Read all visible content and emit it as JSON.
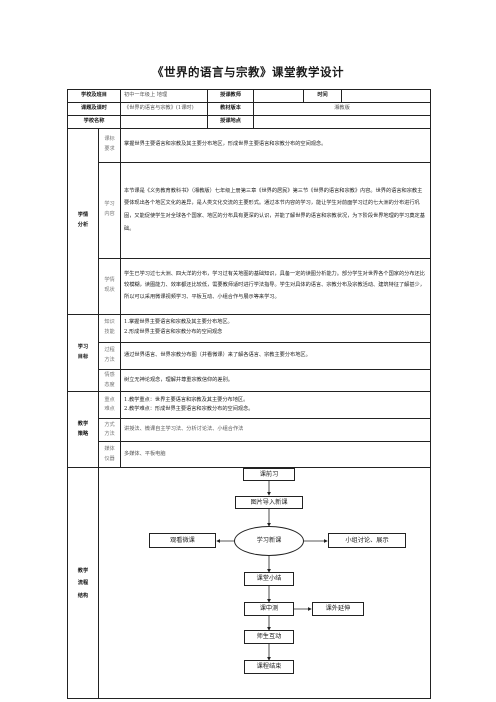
{
  "title": "《世界的语言与宗教》课堂教学设计",
  "header": {
    "school_label": "学校及班目",
    "school_value": "初中一年级上 地理",
    "teacher_label": "授课教师",
    "time_label": "时间",
    "topic_label": "课题及课时",
    "topic_value": "《世界的语言与宗教》(1课时)",
    "textbook_label": "教材版本",
    "textbook_value": "湘教版",
    "subject_label": "学校名称",
    "location_label": "授课地点"
  },
  "analysis": {
    "label": "学情\n分析",
    "rows": [
      {
        "sub": "课标\n要求",
        "text": "掌握世界主要语言和宗教及其主要分布地区，形成世界主要语言和宗教分布的空间观念。"
      },
      {
        "sub": "学习\n内容",
        "text": "本节课是《义务教育教科书》（湘教版）七年级上册第三章《世界的居民》第三节《世界的语言和宗教》内容。世界的语言和宗教主要体现出各个地区文化的差异，是人类文化交流的主要形式。通过本节内容的学习，能让学生对前面学习过的七大洲的分布进行巩固，又能促使学生对全球各个国家、地区的分布具有更深的认识，并能了解世界的语言和宗教状况，为下阶段世界地理的学习奠定基础。"
      },
      {
        "sub": "学情\n现状",
        "text": "学生已学习过七大洲、四大洋的分布，学习过有关地图的基础知识，具备一定的读图分析能力。部分学生对世界各个国家的分布还比较模糊，读图能力、效率都还比较低，需要教师适时进行学法指导。学生对具体的语言、宗教分布及宗教活动、建筑特征了解甚少，所以可以采用微课视频学习、平板互动、小组合作与展示等来学习。"
      }
    ]
  },
  "objectives": {
    "label": "学习\n目标",
    "rows": [
      {
        "sub": "知识\n技能",
        "lines": [
          "1.掌握世界主要语言和宗教及其主要分布地区。",
          "2.形成世界主要语言和宗教分布的空间观念"
        ]
      },
      {
        "sub": "过程\n方法",
        "lines": [
          "通过世界语言、世界宗教分布图（并看微课）来了解各语言、宗教主要分布地区。"
        ]
      },
      {
        "sub": "情感\n态度",
        "lines": [
          "树立无神论观念，理解并尊重宗教信仰的差别。"
        ]
      }
    ]
  },
  "strategy": {
    "label": "教学\n策略",
    "rows": [
      {
        "sub": "重点\n难点",
        "lines": [
          "1.教学重点：世界主要语言和宗教及其主要分布地区。",
          "2.教学难点：形成世界主要语言和宗教分布的空间观念。"
        ]
      },
      {
        "sub": "方式\n方法",
        "lines": [
          "讲授法、微课自主学习法、分析讨论法、小组合作法"
        ]
      },
      {
        "sub": "媒体\n仪器",
        "lines": [
          "多媒体、平板电脑"
        ]
      }
    ]
  },
  "flow": {
    "label": "教学\n流程\n结构",
    "nodes": {
      "preview": "课前习",
      "intro": "图片导入新课",
      "watch": "观看微课",
      "learn": "学习新课",
      "group": "小组讨论、展示",
      "summary": "课堂小结",
      "test": "课中测",
      "extend": "课外延伸",
      "interact": "师生互动",
      "end": "课程结束"
    }
  }
}
